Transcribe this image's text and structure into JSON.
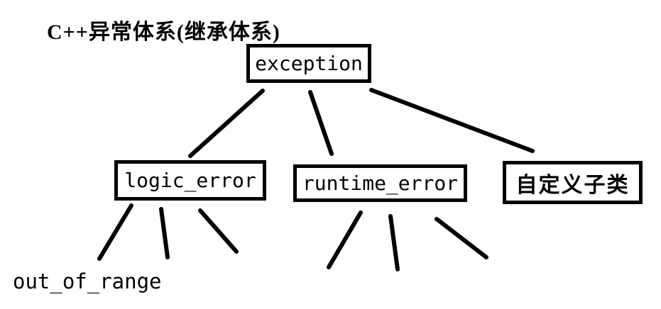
{
  "title": "C++异常体系(继承体系)",
  "colors": {
    "background": "#ffffff",
    "ink": "#000000"
  },
  "diagram": {
    "type": "inheritance-tree",
    "root": {
      "label": "exception"
    },
    "level2": [
      {
        "label": "logic_error"
      },
      {
        "label": "runtime_error"
      },
      {
        "label": "自定义子类"
      }
    ],
    "leaf_label": "out_of_range",
    "edges": [
      {
        "from": "exception",
        "to": "logic_error"
      },
      {
        "from": "exception",
        "to": "runtime_error"
      },
      {
        "from": "exception",
        "to": "自定义子类"
      },
      {
        "from": "logic_error",
        "to": "out_of_range"
      },
      {
        "from": "logic_error",
        "to": "unlabeled-child-2"
      },
      {
        "from": "logic_error",
        "to": "unlabeled-child-3"
      },
      {
        "from": "runtime_error",
        "to": "unlabeled-child-1"
      },
      {
        "from": "runtime_error",
        "to": "unlabeled-child-2"
      },
      {
        "from": "runtime_error",
        "to": "unlabeled-child-3"
      }
    ]
  }
}
